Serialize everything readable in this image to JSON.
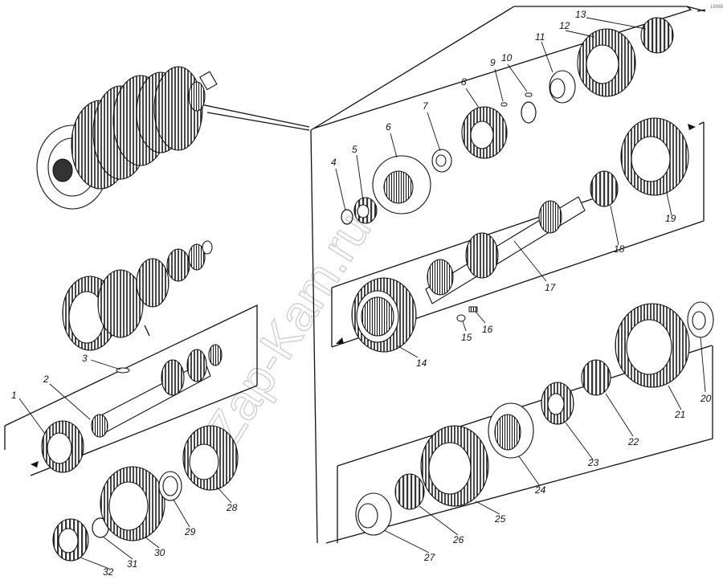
{
  "corner_code": "18988",
  "watermark": "Zap-Kam.ru",
  "labels": [
    "1",
    "2",
    "3",
    "4",
    "5",
    "6",
    "7",
    "8",
    "9",
    "10",
    "11",
    "12",
    "13",
    "14",
    "15",
    "16",
    "17",
    "18",
    "19",
    "20",
    "21",
    "22",
    "23",
    "24",
    "25",
    "26",
    "27",
    "28",
    "29",
    "30",
    "31",
    "32"
  ]
}
